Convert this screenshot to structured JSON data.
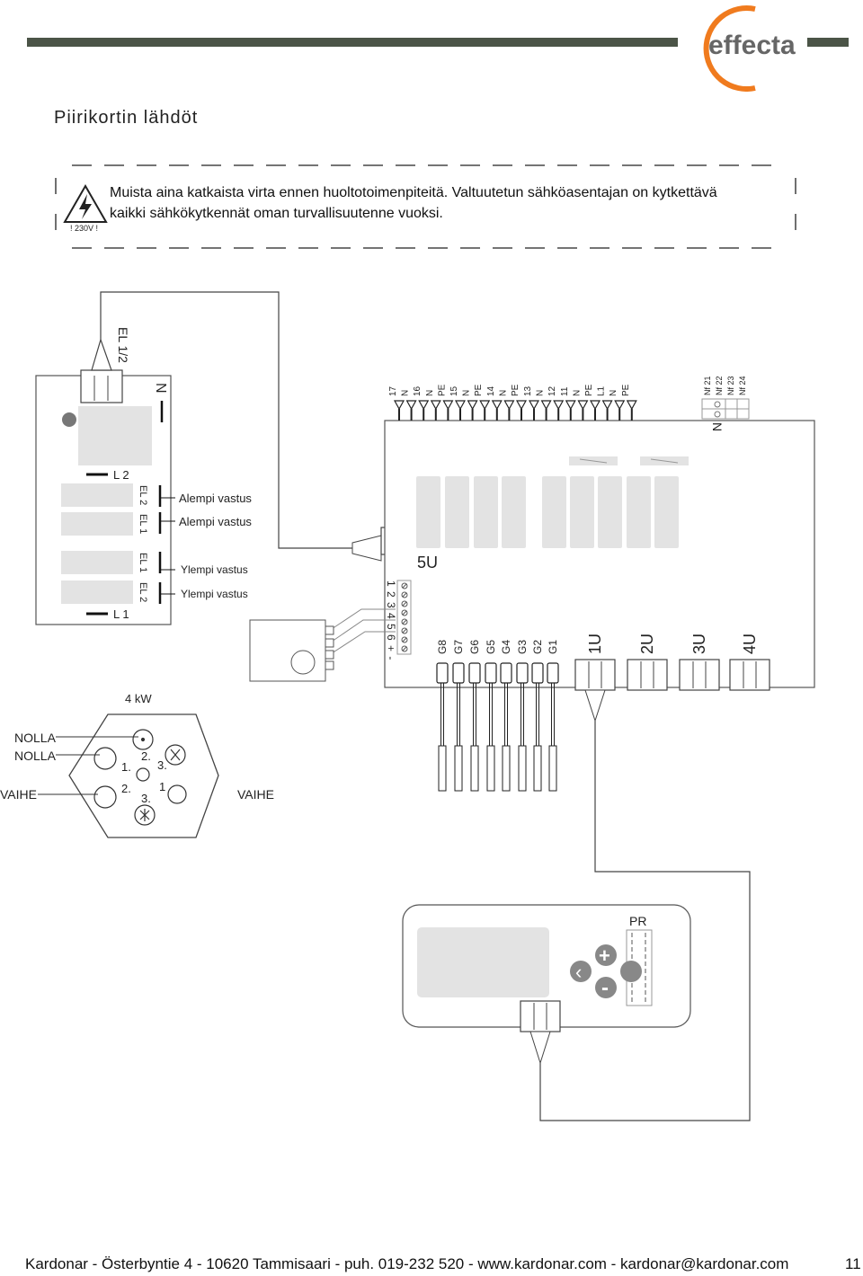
{
  "page": {
    "title": "Piirikortin lähdöt",
    "logo_text": "effecta",
    "footer": "Kardonar - Österbyntie 4 - 10620 Tammisaari - puh. 019-232 520 - www.kardonar.com - kardonar@kardonar.com",
    "page_number": "11"
  },
  "warning": {
    "line1": "Muista aina katkaista virta ennen huoltotoimenpiteitä. Valtuutetun sähköasentajan on kytkettävä",
    "line2": "kaikki sähkökytkennät oman turvallisuutenne vuoksi.",
    "voltage_label": "! 230V !",
    "icon": "high-voltage-icon"
  },
  "diagram": {
    "el12_label": "EL 1/2",
    "n_label": "N",
    "l2_label": "L 2",
    "l1_label": "L 1",
    "el2": "EL 2",
    "el1": "EL 1",
    "alempi": "Alempi vastus",
    "ylempi": "Ylempi vastus",
    "kw": "4 kW",
    "nolla": "NOLLA",
    "vaihe": "VAIHE",
    "socket_labels": [
      "1.",
      "2.",
      "3.",
      "2.",
      "1",
      "3."
    ],
    "terminals_top": [
      "17",
      "N",
      "16",
      "N",
      "PE",
      "15",
      "N",
      "PE",
      "14",
      "N",
      "PE",
      "13",
      "N",
      "12",
      "11",
      "N",
      "PE",
      "L1",
      "N",
      "PE"
    ],
    "nf_labels": [
      "Nf 21",
      "Nf 22",
      "Nf 23",
      "Nf 24"
    ],
    "nf_n": "N",
    "u5": "5U",
    "pins": "1 2 3 4 5 6 + -",
    "g_labels": [
      "G8",
      "G7",
      "G6",
      "G5",
      "G4",
      "G3",
      "G2",
      "G1"
    ],
    "u_labels": [
      "1U",
      "2U",
      "3U",
      "4U"
    ],
    "pr_label": "PR",
    "plus": "+",
    "minus": "-",
    "chevron": "‹"
  },
  "colors": {
    "header_bar": "#4b5447",
    "logo_orange": "#f07b1e",
    "logo_gray": "#666666",
    "relay_fill": "#e3e3e3"
  }
}
